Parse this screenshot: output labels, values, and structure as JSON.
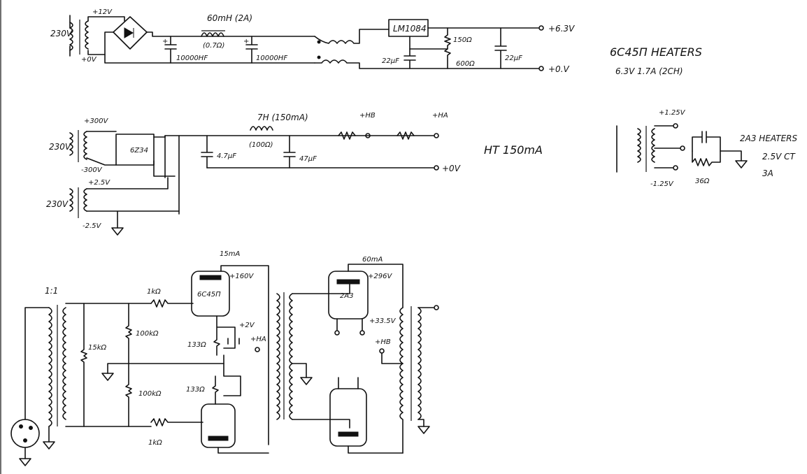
{
  "heater_supply": {
    "mains": "230V",
    "secondary_top": "+12V",
    "secondary_bottom": "+0V",
    "choke": "60mH (2A)",
    "choke_res": "(0.7Ω)",
    "cap1": "10000HF",
    "cap2": "10000HF",
    "regulator": "LM1084",
    "r_top": "150Ω",
    "r_bottom": "600Ω",
    "cap_adj": "22μF",
    "cap_out": "22μF",
    "out_pos": "+6.3V",
    "out_zero": "+0.V"
  },
  "heater_note": {
    "line1": "6C45Π HEATERS",
    "line2": "6.3V 1.7A (2CH)"
  },
  "ht_supply": {
    "mains": "230V",
    "sec_top": "+300V",
    "sec_bottom": "-300V",
    "rectifier": "6Z34",
    "mains2": "230V",
    "sec2_top": "+2.5V",
    "sec2_bottom": "-2.5V",
    "choke": "7H (150mA)",
    "choke_res": "(100Ω)",
    "cap1": "4.7μF",
    "cap2": "47μF",
    "node_b": "+HB",
    "node_a": "+HA",
    "out_zero": "+0V"
  },
  "ht_note": "HT 150mA",
  "twoa3_heater": {
    "top": "+1.25V",
    "bottom": "-1.25V",
    "r": "36Ω",
    "title": "2A3 HEATERS",
    "spec": "2.5V CT",
    "amps": "3A"
  },
  "amp": {
    "ratio": "1:1",
    "r_load": "15kΩ",
    "r_grid_top": "100kΩ",
    "r_grid_bottom": "100kΩ",
    "r_stop_top": "1kΩ",
    "r_stop_bottom": "1kΩ",
    "tube1": "6C45Π",
    "tube1_current": "15mA",
    "tube1_plate": "+160V",
    "cathode_v": "+2V",
    "r_k_top": "133Ω",
    "r_k_bottom": "133Ω",
    "node_a": "+HA",
    "tube2": "2A3",
    "tube2_current": "60mA",
    "tube2_plate": "+296V",
    "tube2_filament": "+33.5V",
    "node_b": "+HB"
  }
}
